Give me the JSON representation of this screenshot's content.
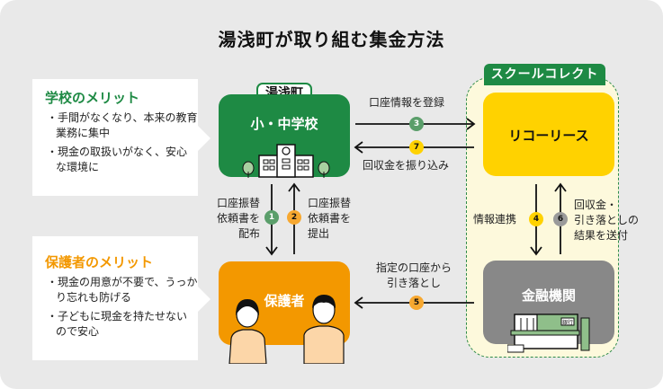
{
  "title": "湯浅町が取り組む集金方法",
  "school_merit": {
    "heading": "学校のメリット",
    "heading_color": "#1e8a44",
    "items": [
      "手間がなくなり、本来の教育業務に集中",
      "現金の取扱いがなく、安心な環境に"
    ]
  },
  "guardian_merit": {
    "heading": "保護者のメリット",
    "heading_color": "#f39800",
    "items": [
      "現金の用意が不要で、うっかり忘れも防げる",
      "子どもに現金を持たせないので安心"
    ]
  },
  "nodes": {
    "town_tag": "湯浅町",
    "school": {
      "label": "小・中学校",
      "color": "#1e8a44",
      "icon": "school-building-icon"
    },
    "guardian": {
      "label": "保護者",
      "color": "#f39800",
      "icon": "parents-icon"
    },
    "service_tag": "スクールコレクト",
    "ricoh": {
      "label": "リコーリース",
      "color": "#ffd200"
    },
    "bank": {
      "label": "金融機関",
      "color": "#888888",
      "icon": "bank-building-icon",
      "sign": "銀行"
    }
  },
  "flows": [
    {
      "step": "1",
      "label": "口座振替\n依頼書を\n配布",
      "color": "#5a9e6a"
    },
    {
      "step": "2",
      "label": "口座振替\n依頼書を\n提出",
      "color": "#f7a830"
    },
    {
      "step": "3",
      "label": "口座情報を登録",
      "color": "#5a9e6a"
    },
    {
      "step": "4",
      "label": "情報連携",
      "color": "#ffd200"
    },
    {
      "step": "5",
      "label": "指定の口座から\n引き落とし",
      "color": "#f7a830"
    },
    {
      "step": "6",
      "label": "回収金・\n引き落としの\n結果を送付",
      "color": "#9a9a9a"
    },
    {
      "step": "7",
      "label": "回収金を振り込み",
      "color": "#ffd200"
    }
  ]
}
